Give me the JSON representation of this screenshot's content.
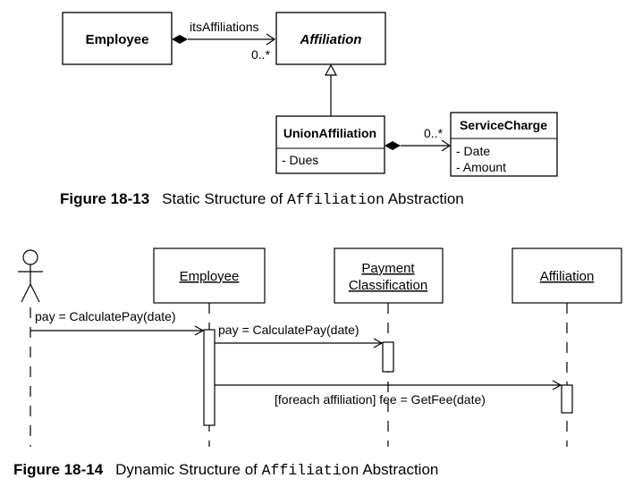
{
  "static_diagram": {
    "employee": {
      "name": "Employee"
    },
    "affiliation": {
      "name": "Affiliation"
    },
    "union_affiliation": {
      "name": "UnionAffiliation",
      "attributes": [
        "- Dues"
      ]
    },
    "service_charge": {
      "name": "ServiceCharge",
      "attributes": [
        "- Date",
        "- Amount"
      ]
    },
    "assoc_role": "itsAffiliations",
    "assoc_multiplicity": "0..*",
    "charges_multiplicity": "0..*"
  },
  "caption_13": {
    "number": "Figure 18-13",
    "before": "Static Structure of ",
    "code": "Affiliation",
    "after": " Abstraction"
  },
  "sequence_diagram": {
    "lifelines": {
      "employee": "Employee",
      "payment_1": "Payment",
      "payment_2": "Classification",
      "affiliation": "Affiliation"
    },
    "messages": {
      "actor_to_employee": "pay = CalculatePay(date)",
      "employee_to_payment": "pay = CalculatePay(date)",
      "employee_to_affiliation": "[foreach affiliation] fee = GetFee(date)"
    }
  },
  "caption_14": {
    "number": "Figure 18-14",
    "before": "Dynamic Structure of ",
    "code": "Affiliation",
    "after": " Abstraction"
  }
}
